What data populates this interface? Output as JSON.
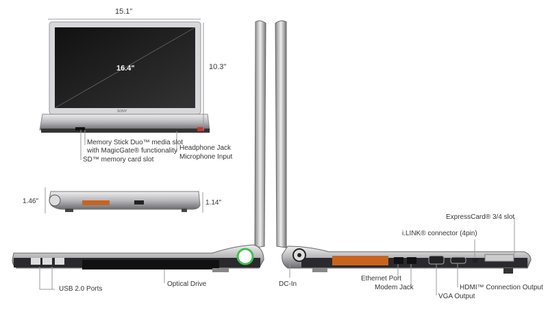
{
  "dimensions": {
    "width": "15.1\"",
    "height": "10.3\"",
    "diagonal": "16.4\"",
    "thickness_back": "1.46\"",
    "thickness_front": "1.14\""
  },
  "brand": "SONY",
  "labels": {
    "memory_stick_1": "Memory Stick Duo™ media slot",
    "memory_stick_2": "with MagicGate® functionality",
    "sd_slot": "SD™ memory card slot",
    "headphone": "Headphone Jack",
    "microphone": "Microphone Input",
    "usb": "USB 2.0 Ports",
    "optical": "Optical Drive",
    "dc_in": "DC-In",
    "ethernet": "Ethernet Port",
    "modem": "Modem Jack",
    "vga": "VGA Output",
    "hdmi": "HDMI™ Connection Output",
    "ilink": "i.LINK® connector (4pin)",
    "expresscard": "ExpressCard® 3/4 slot"
  },
  "colors": {
    "power": "#3fbf4f",
    "vent": "#c8641e",
    "silver": "#c8c8cc",
    "dark": "#2a2a2e"
  }
}
